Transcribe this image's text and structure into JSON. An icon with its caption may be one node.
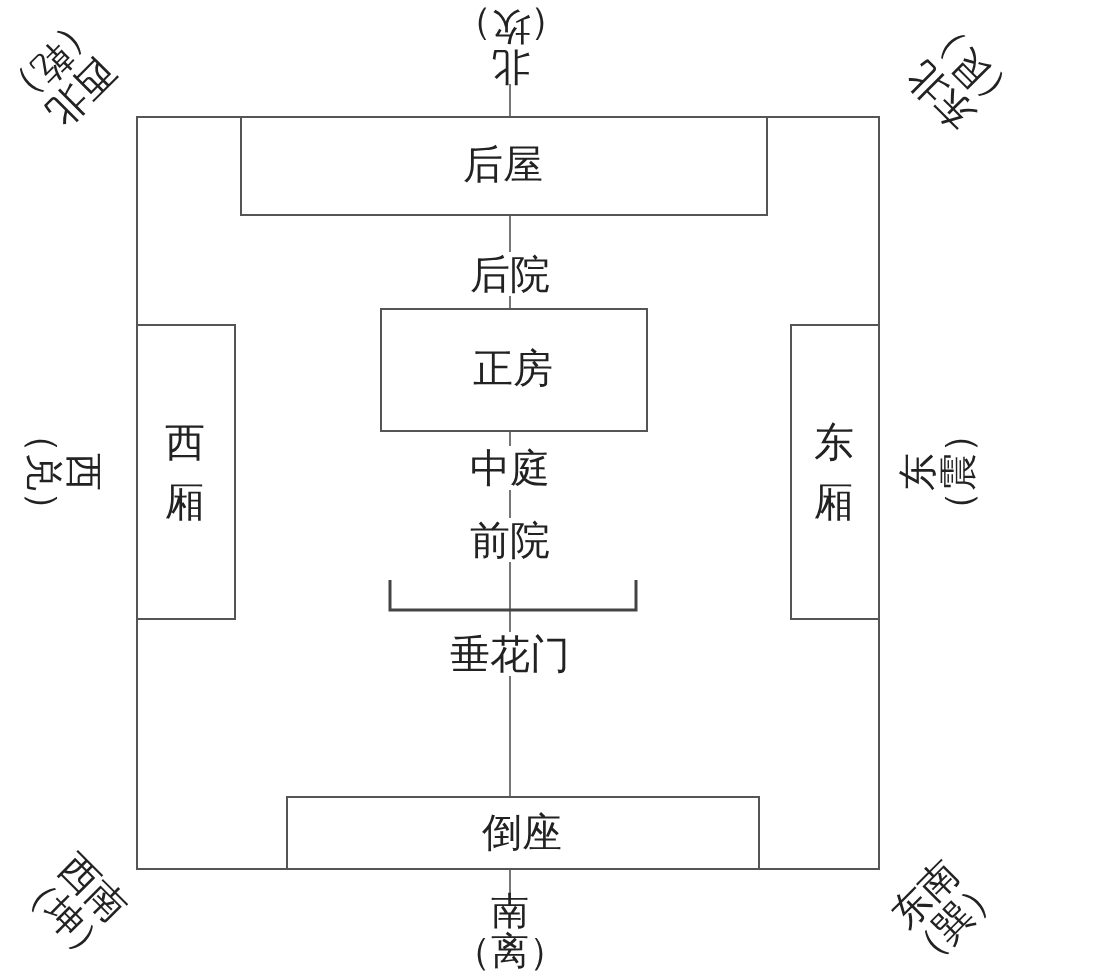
{
  "diagram": {
    "nodes": [
      {
        "text": [],
        "shape": "box"
      },
      {
        "text": [
          "后屋"
        ],
        "in": 0
      },
      {
        "text": [
          "西厢"
        ],
        "in": 0
      },
      {
        "text": [
          "正房"
        ],
        "in": 0
      },
      {
        "text": [
          "东厢"
        ],
        "in": 0
      },
      {
        "text": [
          "倒座"
        ],
        "in": 0
      }
    ],
    "edges": [],
    "labels": [
      "西北（乾）",
      "北（坎）",
      "东北（艮）",
      "后院",
      "西（兑）",
      "东（震）",
      "中庭",
      "前院",
      "垂花门",
      "西南（坤）",
      "南（离）",
      "东南（巽）"
    ]
  }
}
